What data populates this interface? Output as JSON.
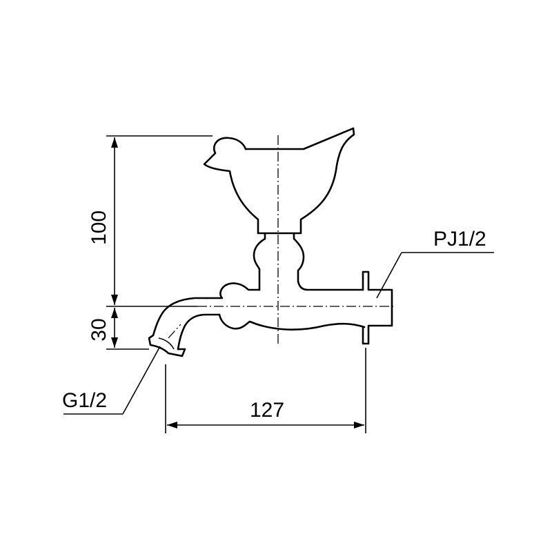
{
  "dimensions": {
    "height_total": "100",
    "height_spout": "30",
    "width": "127"
  },
  "labels": {
    "inlet": "PJ1/2",
    "outlet": "G1/2"
  },
  "colors": {
    "line": "#000000",
    "background": "#ffffff"
  }
}
